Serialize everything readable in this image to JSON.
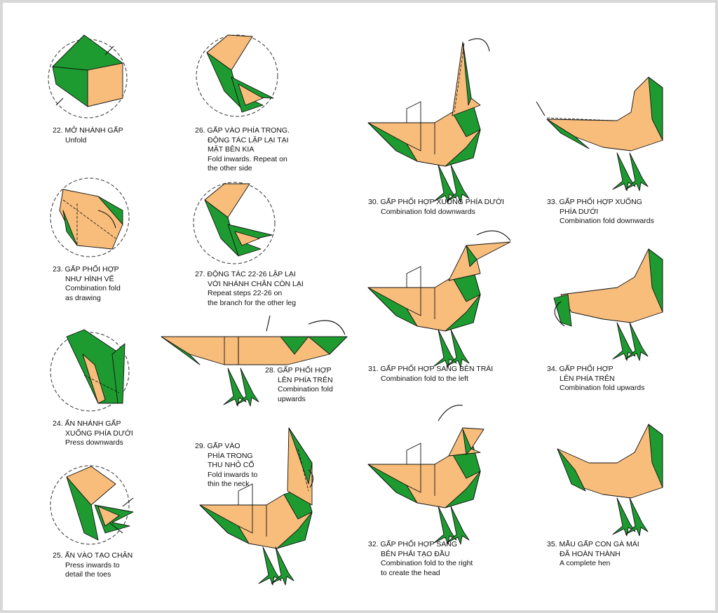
{
  "colors": {
    "green": "#1d9b30",
    "orange": "#f8bd7b",
    "outline": "#111111"
  },
  "steps": [
    {
      "id": "22",
      "vi": [
        "22. MỞ NHÁNH GẤP"
      ],
      "en": [
        "Unfold"
      ]
    },
    {
      "id": "23",
      "vi": [
        "23. GẤP PHỐI HỢP",
        "NHƯ HÌNH VẼ"
      ],
      "en": [
        "Combination fold",
        "as drawing"
      ]
    },
    {
      "id": "24",
      "vi": [
        "24. ẤN NHÁNH GẤP",
        "XUỐNG PHÍA DƯỚI"
      ],
      "en": [
        "Press downwards"
      ]
    },
    {
      "id": "25",
      "vi": [
        "25. ẤN VÀO TẠO CHÂN"
      ],
      "en": [
        "Press inwards to",
        "detail the toes"
      ]
    },
    {
      "id": "26",
      "vi": [
        "26. GẤP VÀO PHÍA TRONG.",
        "ĐỘNG TÁC LẶP LẠI TẠI",
        "MẶT BÊN KIA"
      ],
      "en": [
        "Fold inwards. Repeat on",
        "the other side"
      ]
    },
    {
      "id": "27",
      "vi": [
        "27. ĐỘNG TÁC 22-26 LẶP LẠI",
        "VỚI NHÁNH CHÂN CÒN LẠI"
      ],
      "en": [
        "Repeat steps 22-26 on",
        "the branch for the other leg"
      ]
    },
    {
      "id": "28",
      "vi": [
        "28. GẤP PHỐI HỢP",
        "LÊN PHÍA TRÊN"
      ],
      "en": [
        "Combination fold",
        "upwards"
      ]
    },
    {
      "id": "29",
      "vi": [
        "29. GẤP VÀO",
        "PHÍA TRONG",
        "THU NHỎ CỔ"
      ],
      "en": [
        "Fold inwards to",
        "thin the neck"
      ]
    },
    {
      "id": "30",
      "vi": [
        "30. GẤP PHỐI HỢP XUỐNG PHÍA DƯỚI"
      ],
      "en": [
        "Combination fold downwards"
      ]
    },
    {
      "id": "31",
      "vi": [
        "31. GẤP PHỐI HỢP SANG BÊN TRÁI"
      ],
      "en": [
        "Combination fold to the left"
      ]
    },
    {
      "id": "32",
      "vi": [
        "32. GẤP PHỐI HỢP SANG",
        "BÊN PHẢI TẠO ĐẦU"
      ],
      "en": [
        "Combination fold to the right",
        "to create the head"
      ]
    },
    {
      "id": "33",
      "vi": [
        "33. GẤP PHỐI HỢP XUỐNG",
        "PHÍA DƯỚI"
      ],
      "en": [
        "Combination fold downwards"
      ]
    },
    {
      "id": "34",
      "vi": [
        "34. GẤP PHỐI HỢP",
        "LÊN PHÍA TRÊN"
      ],
      "en": [
        "Combination fold upwards"
      ]
    },
    {
      "id": "35",
      "vi": [
        "35. MẪU GẤP CON GÀ MÁI",
        "ĐÃ HOÀN THÀNH"
      ],
      "en": [
        "A complete hen"
      ]
    }
  ]
}
